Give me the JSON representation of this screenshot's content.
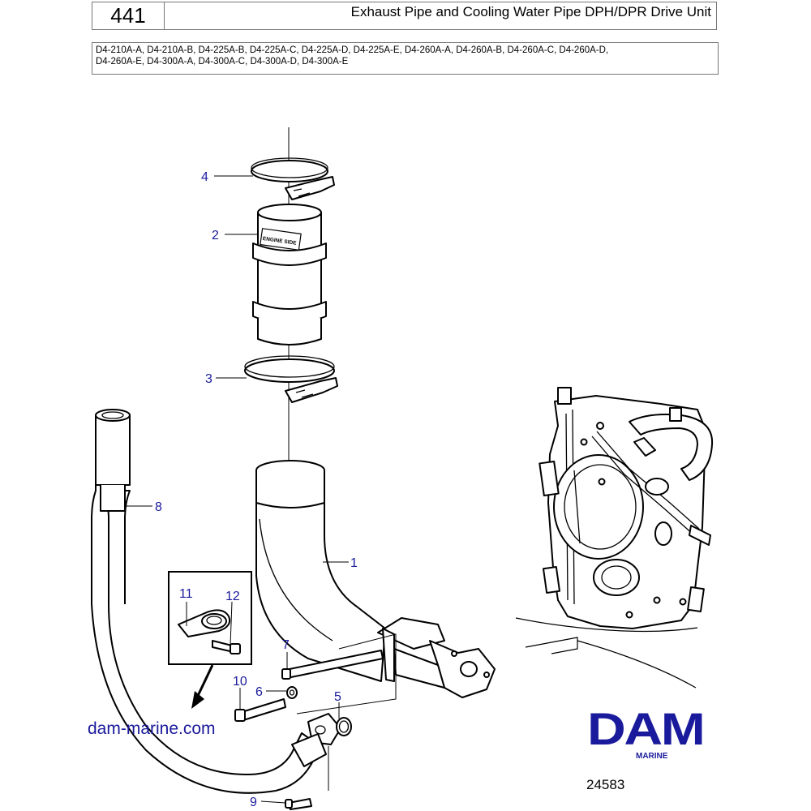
{
  "header": {
    "ref_number": "441",
    "title": "Exhaust Pipe and Cooling Water Pipe DPH/DPR Drive Unit"
  },
  "models": {
    "line1": "D4-210A-A, D4-210A-B, D4-225A-B, D4-225A-C, D4-225A-D, D4-225A-E, D4-260A-A, D4-260A-B, D4-260A-C, D4-260A-D,",
    "line2": "D4-260A-E, D4-300A-A, D4-300A-C, D4-300A-D, D4-300A-E"
  },
  "diagram": {
    "bellow_label": "ENGINE SIDE",
    "callouts": {
      "c1": "1",
      "c2": "2",
      "c3": "3",
      "c4": "4",
      "c5": "5",
      "c6": "6",
      "c7": "7",
      "c8": "8",
      "c9": "9",
      "c10": "10",
      "c11": "11",
      "c12": "12"
    }
  },
  "footer": {
    "website": "dam-marine.com",
    "logo_text": "DAM",
    "logo_subtext": "MARINE",
    "figure_number": "24583"
  },
  "colors": {
    "callout": "#1a1a9c",
    "logo": "#1a1a9c"
  }
}
